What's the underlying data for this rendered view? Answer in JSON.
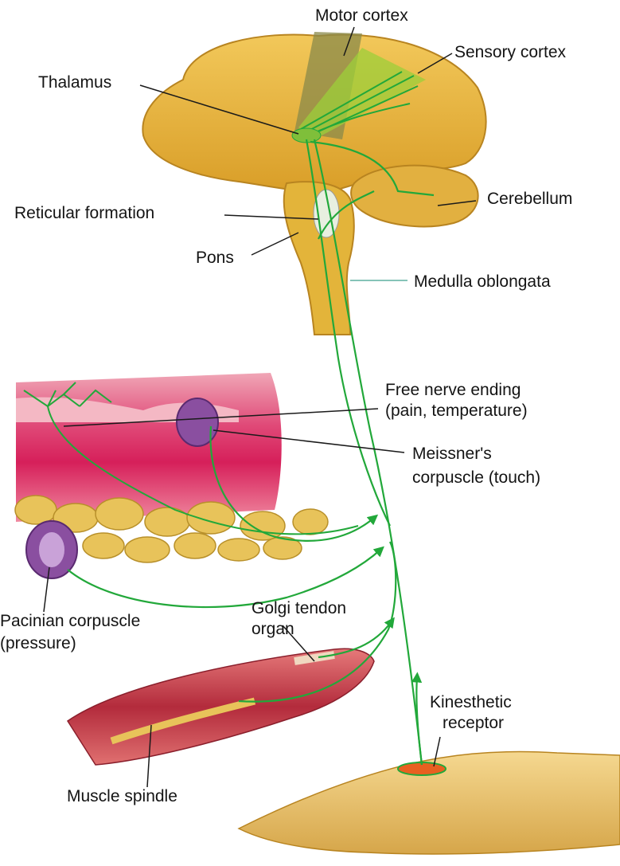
{
  "labels": {
    "motor_cortex": "Motor cortex",
    "sensory_cortex": "Sensory cortex",
    "thalamus": "Thalamus",
    "cerebellum": "Cerebellum",
    "reticular_formation": "Reticular formation",
    "pons": "Pons",
    "medulla_oblongata": "Medulla oblongata",
    "free_nerve_ending_1": "Free nerve ending",
    "free_nerve_ending_2": "(pain, temperature)",
    "meissner_1": "Meissner's",
    "meissner_2": "corpuscle (touch)",
    "pacinian_1": "Pacinian corpuscle",
    "pacinian_2": "(pressure)",
    "golgi_1": "Golgi tendon",
    "golgi_2": "organ",
    "kinesthetic_1": "Kinesthetic",
    "kinesthetic_2": "receptor",
    "muscle_spindle": "Muscle spindle"
  },
  "colors": {
    "brain": "#e3b43a",
    "nerve": "#22a83a",
    "skin": "#d8286a",
    "muscle": "#b32b3c",
    "fat": "#e8c35a",
    "corpuscle": "#8a4fa0"
  }
}
